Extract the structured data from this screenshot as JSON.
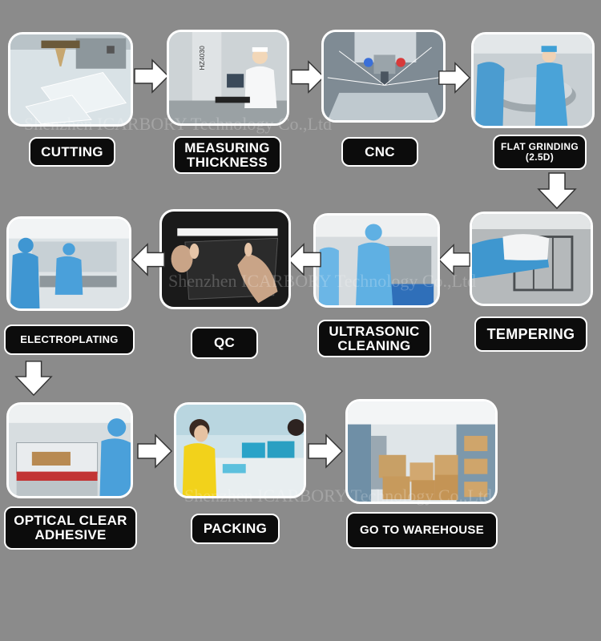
{
  "steps": [
    {
      "id": "cutting",
      "label": "CUTTING"
    },
    {
      "id": "measuring-thickness",
      "label": "MEASURING\nTHICKNESS"
    },
    {
      "id": "cnc",
      "label": "CNC"
    },
    {
      "id": "flat-grinding",
      "label": "FLAT GRINDING\n(2.5D)"
    },
    {
      "id": "tempering",
      "label": "TEMPERING"
    },
    {
      "id": "ultrasonic-cleaning",
      "label": "ULTRASONIC\nCLEANING"
    },
    {
      "id": "qc",
      "label": "QC"
    },
    {
      "id": "electroplating",
      "label": "ELECTROPLATING"
    },
    {
      "id": "optical-clear-adhesive",
      "label": "OPTICAL CLEAR\nADHESIVE"
    },
    {
      "id": "packing",
      "label": "PACKING"
    },
    {
      "id": "go-to-warehouse",
      "label": "GO TO WAREHOUSE"
    }
  ],
  "machine_marking": "HZ4030",
  "watermark": {
    "row1": "Shenzhen ICARBORY Technology Co.,Ltd",
    "row2": "Shenzhen ICARBORY Technology Co.,Ltd",
    "row3": "Shenzhen ICARBORY Technology Co.,Ltd"
  },
  "colors": {
    "background": "#8b8b8b",
    "label_bg": "#0c0c0c",
    "label_text": "#ffffff",
    "frame": "#ffffff",
    "arrow": "#ffffff"
  }
}
